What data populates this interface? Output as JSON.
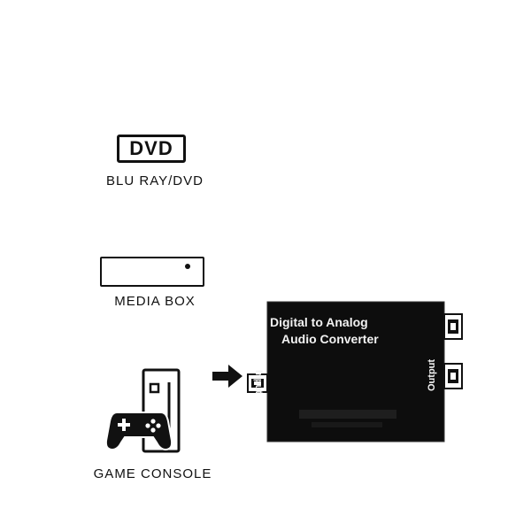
{
  "sources": {
    "dvd": {
      "logo_text": "DVD",
      "caption": "BLU RAY/DVD"
    },
    "media_box": {
      "caption": "MEDIA BOX"
    },
    "game_console": {
      "caption": "GAME CONSOLE"
    }
  },
  "converter": {
    "title_line1": "Digital  to Analog",
    "title_line2": "Audio Converter",
    "input_label": "Input",
    "output_label": "Output"
  },
  "icons": {
    "arrow": "arrow-right-icon",
    "console": "game-console-icon",
    "media_box": "media-box-icon"
  },
  "colors": {
    "ink": "#111111",
    "device": "#0d0d0d",
    "device_text": "#f2f2f2"
  }
}
